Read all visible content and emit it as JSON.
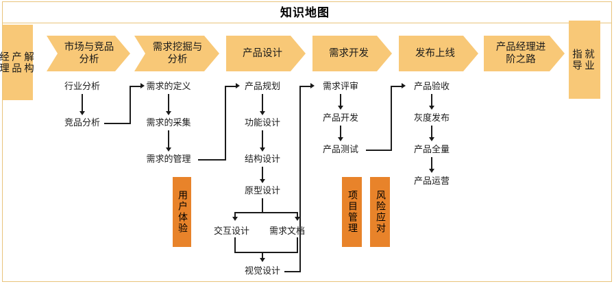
{
  "title": "知识地图",
  "colors": {
    "stage_fill": "#F8C877",
    "badge_fill": "#E8832A",
    "frame_border": "#E8C37A",
    "line": "#1A1A1A",
    "text": "#1A1A1A"
  },
  "stages": [
    {
      "label": "解构\n产品\n经理",
      "shape": "vertical-cap"
    },
    {
      "label": "市场与竞品\n分析",
      "shape": "notched-chevron"
    },
    {
      "label": "需求挖掘与\n分析",
      "shape": "notched-chevron"
    },
    {
      "label": "产品设计",
      "shape": "pentagon-arrow"
    },
    {
      "label": "需求开发",
      "shape": "pentagon-arrow"
    },
    {
      "label": "发布上线",
      "shape": "pentagon-arrow"
    },
    {
      "label": "产品经理进\n阶之路",
      "shape": "pentagon-arrow"
    },
    {
      "label": "就业\n指导",
      "shape": "vertical-cap"
    }
  ],
  "badges": [
    {
      "label": "用户体验"
    },
    {
      "label": "项目管理"
    },
    {
      "label": "风险应对"
    }
  ],
  "nodes": {
    "market": [
      "行业分析",
      "竞品分析"
    ],
    "requirements": [
      "需求的定义",
      "需求的采集",
      "需求的管理"
    ],
    "design": [
      "产品规划",
      "功能设计",
      "结构设计",
      "原型设计",
      "交互设计",
      "需求文档",
      "视觉设计"
    ],
    "development": [
      "需求评审",
      "产品开发",
      "产品测试"
    ],
    "release": [
      "产品验收",
      "灰度发布",
      "产品全量",
      "产品运营"
    ]
  },
  "chart_data": {
    "type": "diagram",
    "title": "知识地图",
    "subtype": "flowchart-roadmap",
    "lanes": [
      {
        "stage": "解构产品经理",
        "steps": []
      },
      {
        "stage": "市场与竞品分析",
        "steps": [
          "行业分析",
          "竞品分析"
        ]
      },
      {
        "stage": "需求挖掘与分析",
        "steps": [
          "需求的定义",
          "需求的采集",
          "需求的管理"
        ]
      },
      {
        "stage": "产品设计",
        "steps": [
          "产品规划",
          "功能设计",
          "结构设计",
          "原型设计",
          "交互设计",
          "需求文档",
          "视觉设计"
        ]
      },
      {
        "stage": "需求开发",
        "steps": [
          "需求评审",
          "产品开发",
          "产品测试"
        ]
      },
      {
        "stage": "发布上线",
        "steps": [
          "产品验收",
          "灰度发布",
          "产品全量",
          "产品运营"
        ]
      },
      {
        "stage": "产品经理进阶之路",
        "steps": []
      },
      {
        "stage": "就业指导",
        "steps": []
      }
    ],
    "edges": [
      [
        "行业分析",
        "竞品分析"
      ],
      [
        "竞品分析",
        "需求的定义"
      ],
      [
        "需求的定义",
        "需求的采集"
      ],
      [
        "需求的采集",
        "需求的管理"
      ],
      [
        "需求的管理",
        "产品规划"
      ],
      [
        "产品规划",
        "功能设计"
      ],
      [
        "功能设计",
        "结构设计"
      ],
      [
        "结构设计",
        "原型设计"
      ],
      [
        "原型设计",
        "交互设计"
      ],
      [
        "原型设计",
        "需求文档"
      ],
      [
        "交互设计",
        "视觉设计"
      ],
      [
        "需求文档",
        "视觉设计"
      ],
      [
        "视觉设计",
        "需求评审"
      ],
      [
        "需求评审",
        "产品开发"
      ],
      [
        "产品开发",
        "产品测试"
      ],
      [
        "产品测试",
        "产品验收"
      ],
      [
        "产品验收",
        "灰度发布"
      ],
      [
        "灰度发布",
        "产品全量"
      ],
      [
        "产品全量",
        "产品运营"
      ]
    ],
    "annotations": [
      "用户体验",
      "项目管理",
      "风险应对"
    ]
  }
}
